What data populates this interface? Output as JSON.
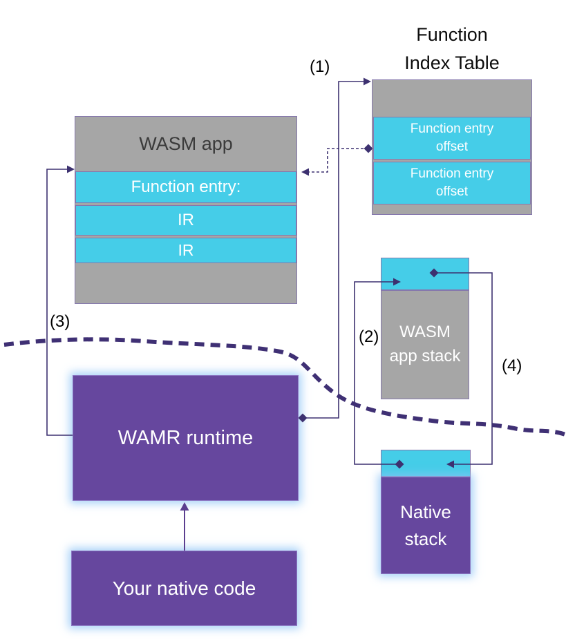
{
  "diagram_title": {
    "line1": "Function",
    "line2": "Index Table"
  },
  "step_labels": {
    "s1": "(1)",
    "s2": "(2)",
    "s3": "(3)",
    "s4": "(4)"
  },
  "function_index_table": {
    "row1": {
      "line1": "Function entry",
      "line2": "offset"
    },
    "row2": {
      "line1": "Function entry",
      "line2": "offset"
    }
  },
  "wasm_app": {
    "title": "WASM app",
    "row1": "Function entry:",
    "row2": "IR",
    "row3": "IR"
  },
  "wasm_app_stack": {
    "line1": "WASM",
    "line2": "app stack"
  },
  "native_stack": {
    "line1": "Native",
    "line2": "stack"
  },
  "wamr_runtime": {
    "label": "WAMR runtime"
  },
  "your_native_code": {
    "label": "Your native code"
  },
  "colors": {
    "gray_block": "#a6a6a6",
    "cyan_block": "#45cde8",
    "purple_block": "#66479e",
    "connector": "#3d3170",
    "glow": "#9cc3f0"
  }
}
